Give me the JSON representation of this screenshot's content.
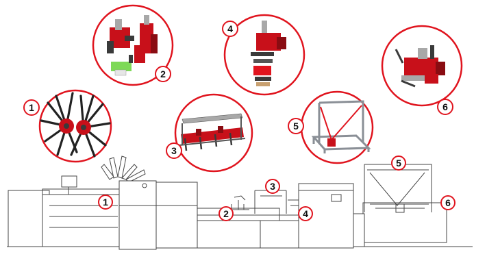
{
  "callouts": [
    {
      "label": "1",
      "subject": "brush rollers"
    },
    {
      "label": "2",
      "subject": "gripper heads"
    },
    {
      "label": "3",
      "subject": "rail carriage"
    },
    {
      "label": "4",
      "subject": "press stack"
    },
    {
      "label": "5",
      "subject": "gantry frame"
    },
    {
      "label": "6",
      "subject": "pick head"
    }
  ],
  "machine_markers": [
    "1",
    "2",
    "3",
    "4",
    "5",
    "6"
  ],
  "colors": {
    "callout_ring": "#e0141e",
    "part_red": "#c8101a",
    "part_dark": "#3a3a3a",
    "part_gray": "#a8a8a8",
    "part_green": "#7ed957",
    "line_art": "#444444"
  }
}
